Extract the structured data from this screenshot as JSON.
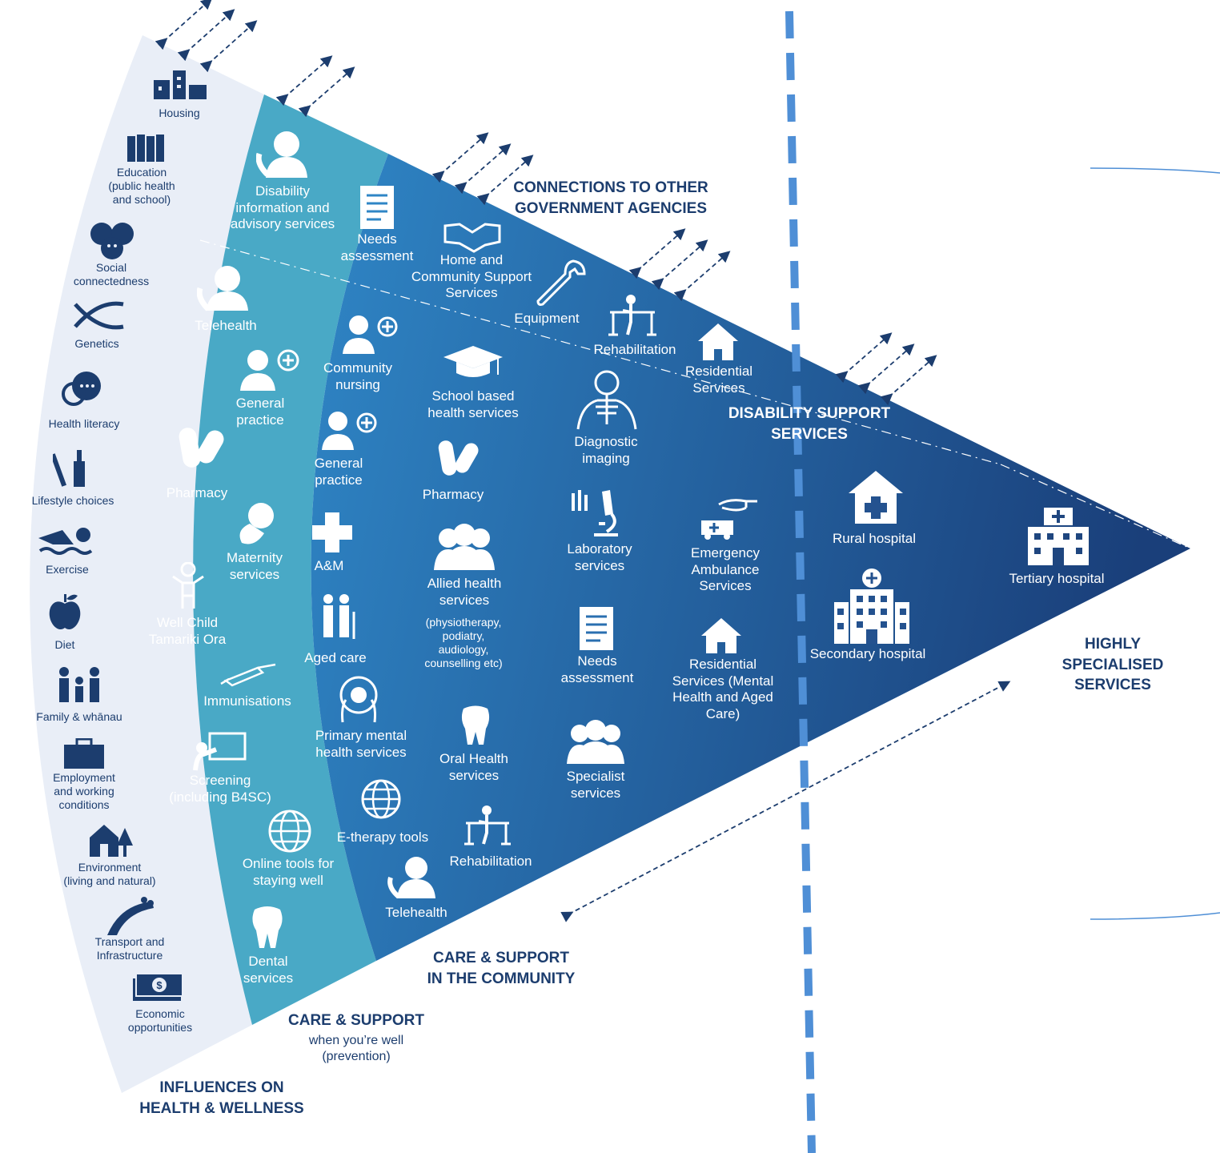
{
  "headings": {
    "influences": "INFLUENCES ON\nHEALTH & WELLNESS",
    "care_when_well": "CARE & SUPPORT",
    "care_when_well_sub": "when you’re well\n(prevention)",
    "care_community": "CARE & SUPPORT\nIN THE COMMUNITY",
    "connections": "CONNECTIONS TO OTHER\nGOVERNMENT AGENCIES",
    "disability_support": "DISABILITY SUPPORT\nSERVICES",
    "highly_specialised": "HIGHLY SPECIALISED\nSERVICES"
  },
  "influences": [
    {
      "label": "Housing",
      "icon": "buildings-icon"
    },
    {
      "label": "Education\n(public health\nand school)",
      "icon": "books-icon"
    },
    {
      "label": "Social\nconnectedness",
      "icon": "faces-icon"
    },
    {
      "label": "Genetics",
      "icon": "dna-icon"
    },
    {
      "label": "Health literacy",
      "icon": "speech-bubble-icon"
    },
    {
      "label": "Lifestyle choices",
      "icon": "cigarette-bottle-icon"
    },
    {
      "label": "Exercise",
      "icon": "swimmer-icon"
    },
    {
      "label": "Diet",
      "icon": "apple-icon"
    },
    {
      "label": "Family & whānau",
      "icon": "family-icon"
    },
    {
      "label": "Employment\nand working\nconditions",
      "icon": "briefcase-icon"
    },
    {
      "label": "Environment\n(living and natural)",
      "icon": "house-tree-icon"
    },
    {
      "label": "Transport and\nInfrastructure",
      "icon": "road-icon"
    },
    {
      "label": "Economic\nopportunities",
      "icon": "banknote-icon"
    }
  ],
  "prevention": [
    {
      "label": "Disability\ninformation and\nadvisory services",
      "icon": "person-phone-icon"
    },
    {
      "label": "Telehealth",
      "icon": "person-phone-icon"
    },
    {
      "label": "General\npractice",
      "icon": "doctor-icon"
    },
    {
      "label": "Pharmacy",
      "icon": "pill-icon"
    },
    {
      "label": "Maternity\nservices",
      "icon": "fetus-icon"
    },
    {
      "label": "Well Child\nTamariki Ora",
      "icon": "child-icon"
    },
    {
      "label": "Immunisations",
      "icon": "syringe-icon"
    },
    {
      "label": "Screening\n(including B4SC)",
      "icon": "presentation-icon"
    },
    {
      "label": "Online tools for\nstaying well",
      "icon": "globe-icon"
    },
    {
      "label": "Dental\nservices",
      "icon": "tooth-icon"
    }
  ],
  "disability": [
    {
      "label": "Needs\nassessment",
      "icon": "document-icon"
    },
    {
      "label": "Home and\nCommunity Support\nServices",
      "icon": "handshake-icon"
    },
    {
      "label": "Equipment",
      "icon": "wrench-icon"
    },
    {
      "label": "Rehabilitation",
      "icon": "rehab-icon"
    },
    {
      "label": "Residential\nServices",
      "icon": "house-icon"
    }
  ],
  "community": [
    {
      "label": "Community\nnursing",
      "icon": "doctor-icon"
    },
    {
      "label": "General\npractice",
      "icon": "doctor-icon"
    },
    {
      "label": "A&M",
      "icon": "cross-icon"
    },
    {
      "label": "Aged care",
      "icon": "elderly-icon"
    },
    {
      "label": "Primary mental\nhealth services",
      "icon": "heads-icon"
    },
    {
      "label": "E-therapy tools",
      "icon": "globe-icon"
    },
    {
      "label": "Telehealth",
      "icon": "person-phone-icon"
    },
    {
      "label": "School based\nhealth services",
      "icon": "graduation-cap-icon"
    },
    {
      "label": "Pharmacy",
      "icon": "pill-icon"
    },
    {
      "label": "Allied health\nservices",
      "icon": "group-icon"
    },
    {
      "label": "(physiotherapy,\npodiatry,\naudiology,\ncounselling etc)",
      "icon": ""
    },
    {
      "label": "Oral Health\nservices",
      "icon": "tooth-icon"
    },
    {
      "label": "Rehabilitation",
      "icon": "rehab-icon"
    },
    {
      "label": "Diagnostic\nimaging",
      "icon": "xray-icon"
    },
    {
      "label": "Laboratory\nservices",
      "icon": "microscope-icon"
    },
    {
      "label": "Needs\nassessment",
      "icon": "document-icon"
    },
    {
      "label": "Specialist\nservices",
      "icon": "group-icon"
    },
    {
      "label": "Emergency\nAmbulance\nServices",
      "icon": "ambulance-icon"
    },
    {
      "label": "Residential\nServices (Mental\nHealth and Aged\nCare)",
      "icon": "house-icon"
    }
  ],
  "specialised": [
    {
      "label": "Rural hospital",
      "icon": "house-cross-icon"
    },
    {
      "label": "Secondary hospital",
      "icon": "hospital-icon"
    },
    {
      "label": "Tertiary hospital",
      "icon": "hospital-icon"
    }
  ],
  "colors": {
    "outer_band": "#e9eef7",
    "prevention_band": "#49a9c6",
    "community_start": "#2c7fc0",
    "community_end": "#1d4a86",
    "heading_text": "#1c3d6e",
    "divider": "#4f8fd6"
  }
}
